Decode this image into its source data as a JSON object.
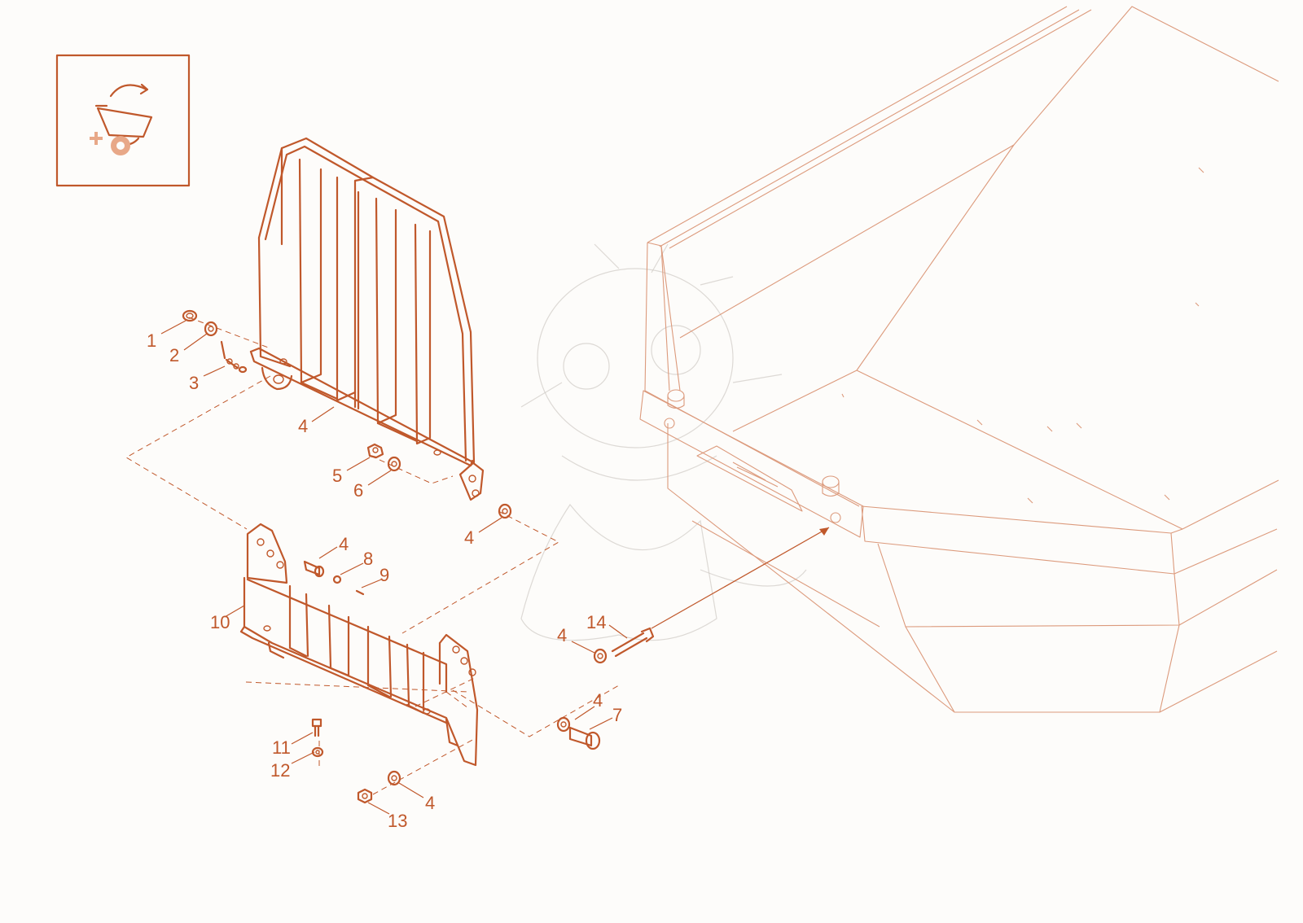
{
  "colors": {
    "line": "#c0582b",
    "body": "#dc9a7c",
    "background": "#fdfcfa"
  },
  "icon": {
    "name": "tipping-cart-icon"
  },
  "callouts": [
    {
      "id": "c1",
      "text": "1"
    },
    {
      "id": "c2",
      "text": "2"
    },
    {
      "id": "c3",
      "text": "3"
    },
    {
      "id": "c4a",
      "text": "4"
    },
    {
      "id": "c5",
      "text": "5"
    },
    {
      "id": "c6",
      "text": "6"
    },
    {
      "id": "c4b",
      "text": "4"
    },
    {
      "id": "c4c",
      "text": "4"
    },
    {
      "id": "c8",
      "text": "8"
    },
    {
      "id": "c9",
      "text": "9"
    },
    {
      "id": "c10",
      "text": "10"
    },
    {
      "id": "c14",
      "text": "14"
    },
    {
      "id": "c4d",
      "text": "4"
    },
    {
      "id": "c4e",
      "text": "4"
    },
    {
      "id": "c7",
      "text": "7"
    },
    {
      "id": "c11",
      "text": "11"
    },
    {
      "id": "c12",
      "text": "12"
    },
    {
      "id": "c4f",
      "text": "4"
    },
    {
      "id": "c13",
      "text": "13"
    }
  ]
}
